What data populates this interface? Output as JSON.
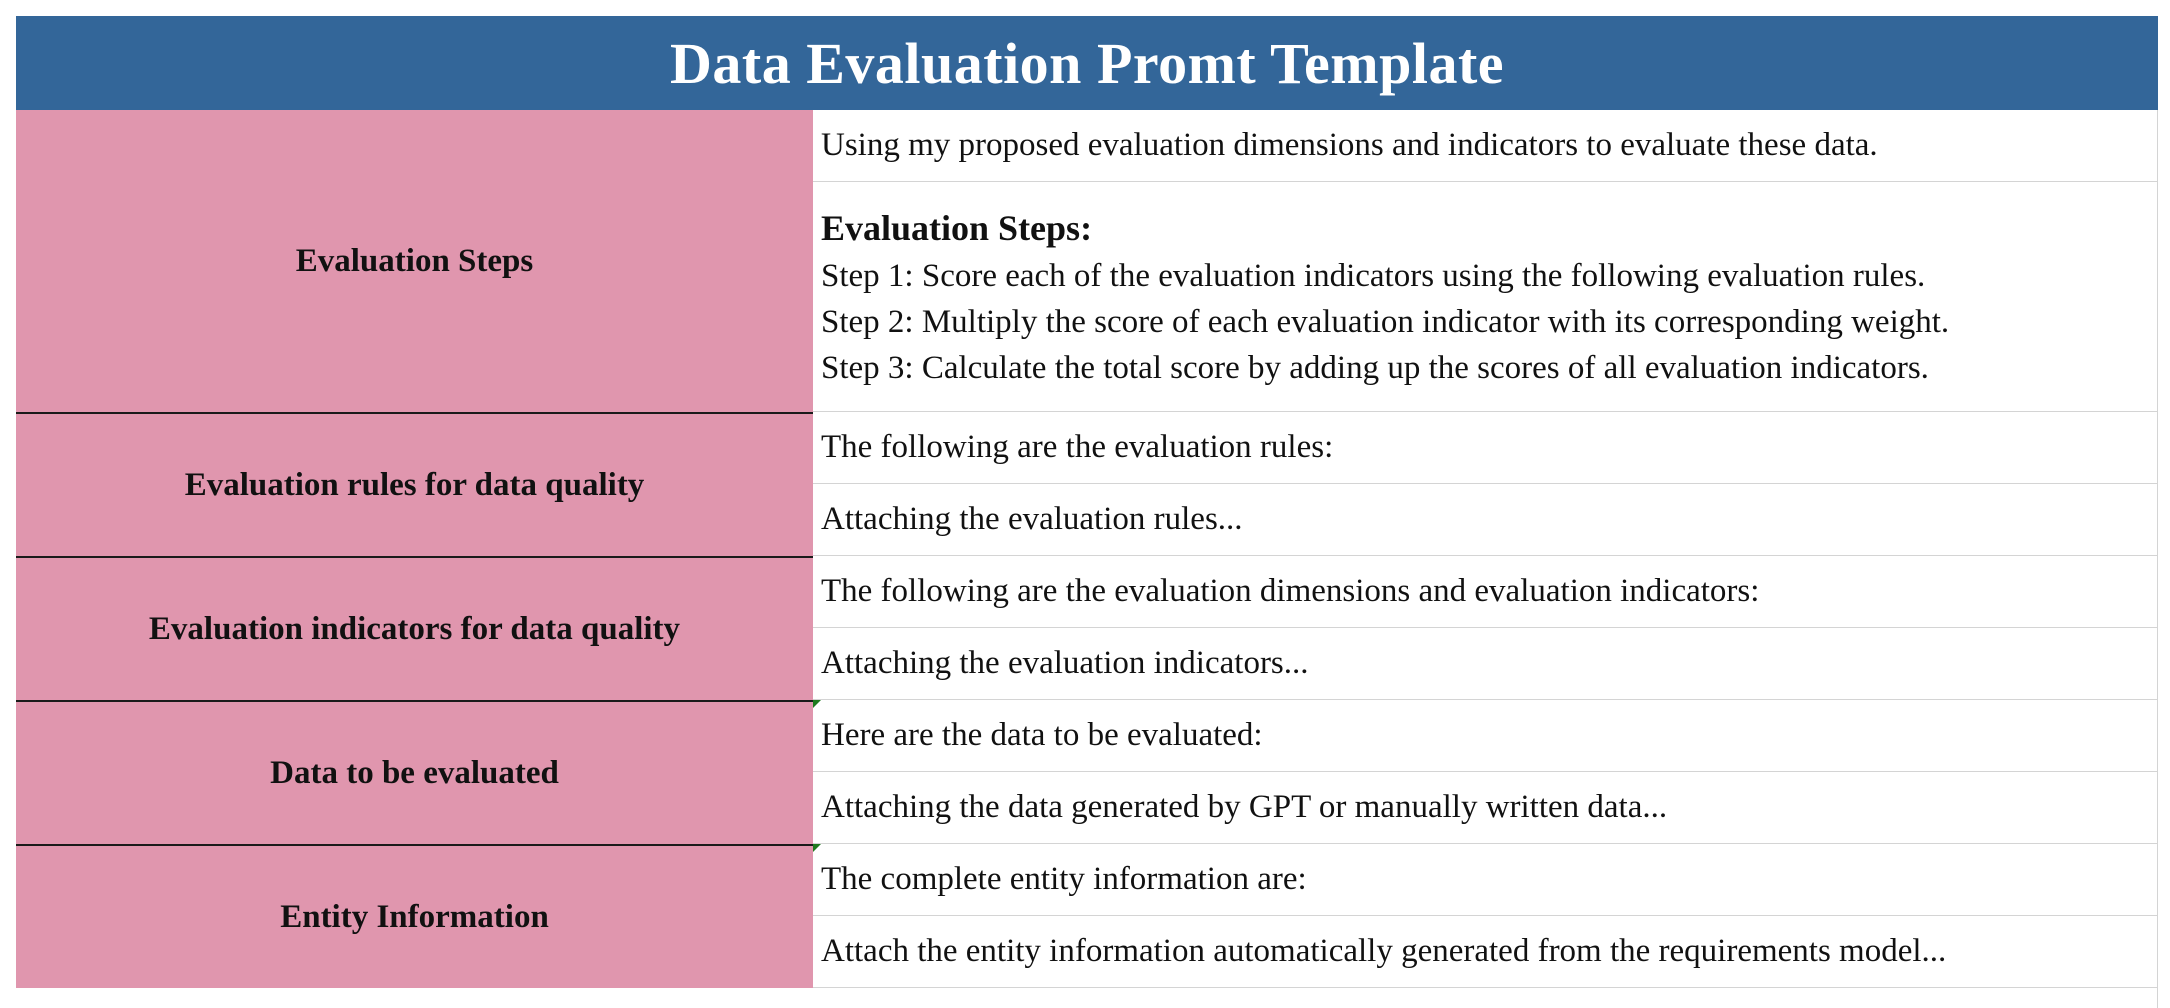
{
  "title": "Data Evaluation Promt Template",
  "rows": [
    {
      "label": "Evaluation Steps",
      "intro": "Using my proposed evaluation dimensions and indicators to evaluate these data.",
      "steps_heading": "Evaluation Steps:",
      "steps": [
        "Step 1: Score each of the evaluation indicators using the following evaluation rules.",
        "Step 2: Multiply the score of each evaluation indicator with its corresponding weight.",
        "Step 3: Calculate the total score by adding up the scores of all evaluation indicators."
      ]
    },
    {
      "label": "Evaluation rules for data quality",
      "lines": [
        "The following are the evaluation rules:",
        "Attaching the evaluation rules..."
      ]
    },
    {
      "label": "Evaluation indicators for data quality",
      "lines": [
        "The following are the evaluation dimensions and evaluation indicators:",
        "Attaching the evaluation indicators..."
      ]
    },
    {
      "label": "Data to be evaluated",
      "lines": [
        "Here are the data to be evaluated:",
        "Attaching the data generated by GPT or manually written data..."
      ]
    },
    {
      "label": "Entity Information",
      "lines": [
        "The complete entity information are:",
        "Attach the entity information automatically generated from the requirements model..."
      ]
    }
  ],
  "colors": {
    "title_bg": "#336699",
    "label_bg": "#e096ae",
    "cell_bg": "#ffffff",
    "comment_marker": "#1e7a1e"
  }
}
